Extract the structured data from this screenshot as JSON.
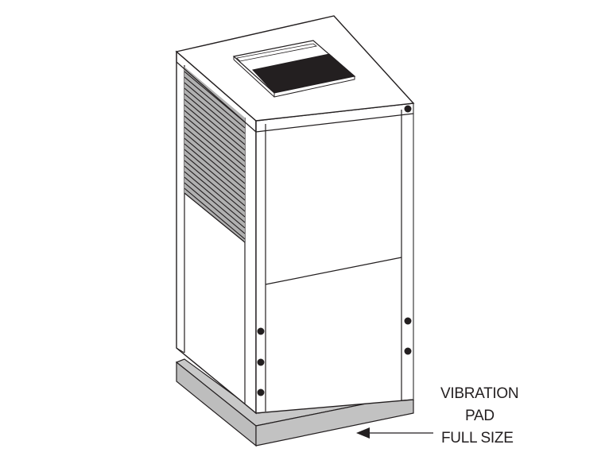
{
  "diagram": {
    "subject": "Vertical packaged HVAC unit on vibration pad",
    "callout": {
      "line1": "VIBRATION",
      "line2": "PAD",
      "line3": "FULL SIZE"
    },
    "colors": {
      "stroke": "#231f20",
      "pad_fill": "#c8c8c8",
      "pad_side": "#b9b9b9",
      "grille_fill": "#9a9a9a",
      "vent_fill": "#231f20",
      "body_fill": "#ffffff"
    },
    "parts": [
      "cabinet",
      "top-vent",
      "side-grille",
      "front-panel-upper",
      "front-panel-lower",
      "corner-posts",
      "screws",
      "vibration-pad",
      "arrow"
    ]
  }
}
